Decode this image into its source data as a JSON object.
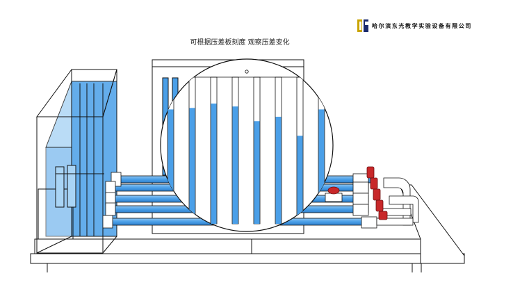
{
  "caption": "可根据压差板刻度 观察压差变化",
  "company": {
    "name": "哈尔滨东光教学实验设备有限公司"
  },
  "colors": {
    "water": "#4a9fe8",
    "water_light": "#a9d4f5",
    "valve": "#c8282a",
    "line": "#111111"
  },
  "manometer": {
    "levels": [
      0.78,
      0.79,
      0.82,
      0.8,
      0.7,
      0.73,
      0.6,
      0.78,
      0.76
    ]
  }
}
